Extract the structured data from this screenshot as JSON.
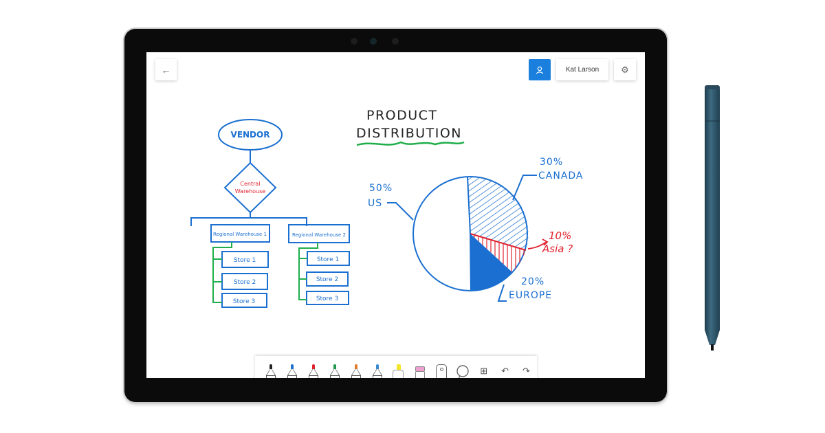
{
  "header": {
    "back_label": "←",
    "user_name": "Kat Larson",
    "user_icon": "👤",
    "settings_icon": "⚙"
  },
  "canvas": {
    "flowchart": {
      "vendor": "VENDOR",
      "central": [
        "Central",
        "Warehouse"
      ],
      "regional": [
        "Regional Warehouse 1",
        "Regional Warehouse 2"
      ],
      "stores_left": [
        "Store 1",
        "Store 2",
        "Store 3"
      ],
      "stores_right": [
        "Store 1",
        "Store 2",
        "Store 3"
      ]
    },
    "title": [
      "PRODUCT",
      "DISTRIBUTION"
    ],
    "pie_labels": {
      "us_pct": "50%",
      "us": "US",
      "canada_pct": "30%",
      "canada": "CANADA",
      "asia_pct": "10%",
      "asia": "Asia ?",
      "europe_pct": "20%",
      "europe": "EUROPE"
    }
  },
  "chart_data": {
    "type": "pie",
    "title": "PRODUCT DISTRIBUTION",
    "categories": [
      "US",
      "CANADA",
      "Asia ?",
      "EUROPE"
    ],
    "values": [
      50,
      30,
      10,
      20
    ],
    "annotations": [
      "Asia 10% drawn in red with question mark"
    ]
  },
  "toolbar": {
    "tools": [
      {
        "name": "black-pen",
        "color": "#222222"
      },
      {
        "name": "blue-pen",
        "color": "#1a6fd0"
      },
      {
        "name": "red-pen",
        "color": "#e0222e"
      },
      {
        "name": "green-pen",
        "color": "#1e9a4a"
      },
      {
        "name": "rainbow-pen",
        "color": "#e07a2a"
      },
      {
        "name": "galaxy-pen",
        "color": "#6a5bc4"
      },
      {
        "name": "highlighter",
        "color": "#f5e52a"
      },
      {
        "name": "eraser",
        "color": "#f0a0d0"
      }
    ],
    "ruler_icon": "📏",
    "lasso_icon": "◯",
    "add_icon": "⊞",
    "undo_icon": "↶",
    "redo_icon": "↷"
  }
}
